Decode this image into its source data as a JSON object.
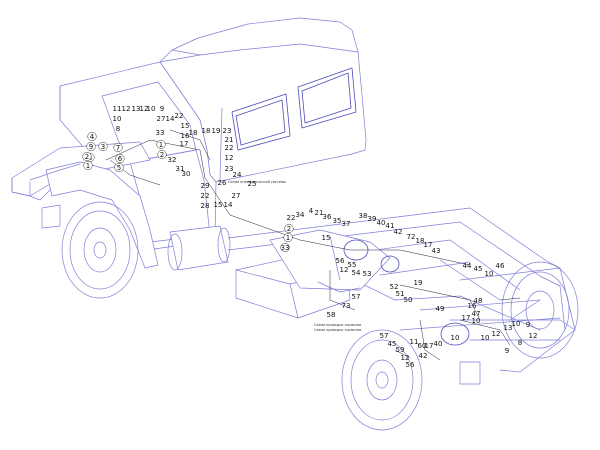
{
  "diagram": {
    "notes": [
      "Схема пневматической системы",
      "Схема проводки тормозов"
    ],
    "callouts": [
      {
        "text": "11"
      },
      {
        "text": "12"
      },
      {
        "text": "13"
      },
      {
        "text": "12"
      },
      {
        "text": "10"
      },
      {
        "text": "9"
      },
      {
        "text": "10"
      },
      {
        "text": "27"
      },
      {
        "text": "14"
      },
      {
        "text": "22"
      },
      {
        "text": "8"
      },
      {
        "text": "15"
      },
      {
        "text": "33"
      },
      {
        "text": "16"
      },
      {
        "text": "18"
      },
      {
        "text": "18"
      },
      {
        "text": "19"
      },
      {
        "text": "23"
      },
      {
        "text": "17"
      },
      {
        "text": "21"
      },
      {
        "text": "22"
      },
      {
        "text": "12"
      },
      {
        "text": "23"
      },
      {
        "text": "4"
      },
      {
        "text": "9"
      },
      {
        "text": "3"
      },
      {
        "text": "8"
      },
      {
        "text": "7"
      },
      {
        "text": "2"
      },
      {
        "text": "6"
      },
      {
        "text": "1"
      },
      {
        "text": "5"
      },
      {
        "text": "1"
      },
      {
        "text": "2"
      },
      {
        "text": "32"
      },
      {
        "text": "31"
      },
      {
        "text": "30"
      },
      {
        "text": "24"
      },
      {
        "text": "25"
      },
      {
        "text": "29"
      },
      {
        "text": "26"
      },
      {
        "text": "22"
      },
      {
        "text": "27"
      },
      {
        "text": "28"
      },
      {
        "text": "15"
      },
      {
        "text": "14"
      },
      {
        "text": "22"
      },
      {
        "text": "34"
      },
      {
        "text": "4"
      },
      {
        "text": "21"
      },
      {
        "text": "36"
      },
      {
        "text": "35"
      },
      {
        "text": "37"
      },
      {
        "text": "38"
      },
      {
        "text": "39"
      },
      {
        "text": "40"
      },
      {
        "text": "41"
      },
      {
        "text": "42"
      },
      {
        "text": "72"
      },
      {
        "text": "18"
      },
      {
        "text": "17"
      },
      {
        "text": "43"
      },
      {
        "text": "2"
      },
      {
        "text": "1"
      },
      {
        "text": "33"
      },
      {
        "text": "15"
      },
      {
        "text": "56"
      },
      {
        "text": "55"
      },
      {
        "text": "12"
      },
      {
        "text": "54"
      },
      {
        "text": "53"
      },
      {
        "text": "52"
      },
      {
        "text": "51"
      },
      {
        "text": "19"
      },
      {
        "text": "57"
      },
      {
        "text": "73"
      },
      {
        "text": "58"
      },
      {
        "text": "50"
      },
      {
        "text": "44"
      },
      {
        "text": "45"
      },
      {
        "text": "10"
      },
      {
        "text": "46"
      },
      {
        "text": "49"
      },
      {
        "text": "16"
      },
      {
        "text": "48"
      },
      {
        "text": "47"
      },
      {
        "text": "17"
      },
      {
        "text": "10"
      },
      {
        "text": "10"
      },
      {
        "text": "13"
      },
      {
        "text": "10"
      },
      {
        "text": "9"
      },
      {
        "text": "12"
      },
      {
        "text": "12"
      },
      {
        "text": "9"
      },
      {
        "text": "8"
      },
      {
        "text": "57"
      },
      {
        "text": "45"
      },
      {
        "text": "59"
      },
      {
        "text": "12"
      },
      {
        "text": "56"
      },
      {
        "text": "60"
      },
      {
        "text": "42"
      },
      {
        "text": "11"
      },
      {
        "text": "17"
      },
      {
        "text": "40"
      },
      {
        "text": "10"
      }
    ]
  }
}
